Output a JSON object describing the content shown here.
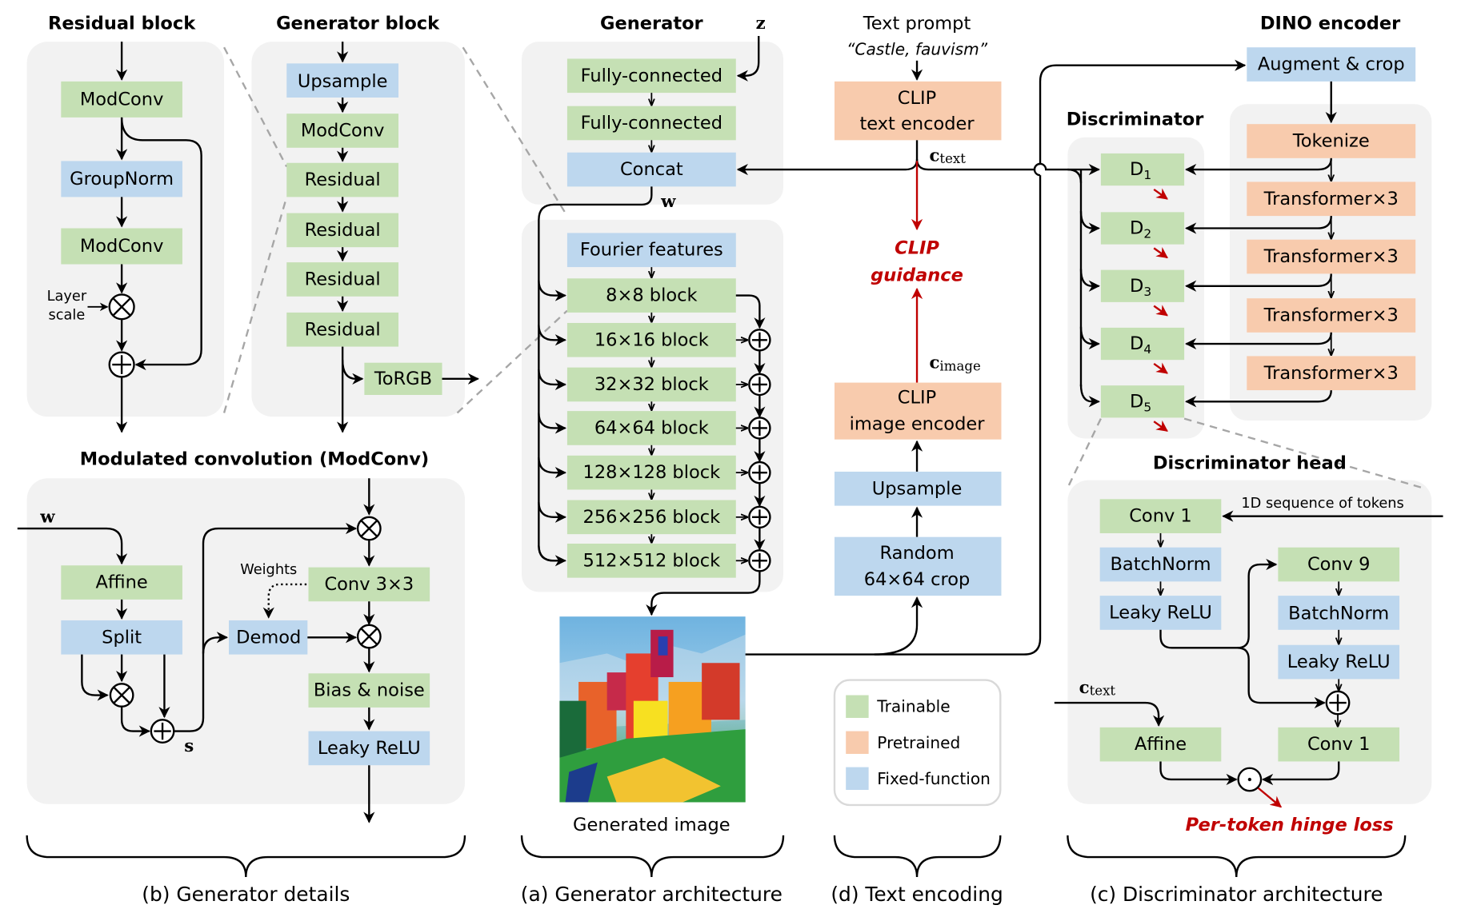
{
  "figure": {
    "colors": {
      "trainable": "#c5e0b4",
      "pretrained": "#f8cbad",
      "fixed_function": "#bdd7ee",
      "panel": "#f2f2f2",
      "loss_red": "#c00000"
    },
    "residual_block": {
      "title": "Residual block",
      "modconv_1": "ModConv",
      "groupnorm": "GroupNorm",
      "modconv_2": "ModConv",
      "layer_scale_line1": "Layer",
      "layer_scale_line2": "scale"
    },
    "generator_block": {
      "title": "Generator block",
      "upsample": "Upsample",
      "modconv": "ModConv",
      "residual_1": "Residual",
      "residual_2": "Residual",
      "residual_3": "Residual",
      "residual_4": "Residual",
      "torgb": "ToRGB"
    },
    "modconv": {
      "title": "Modulated convolution (ModConv)",
      "w_label": "w",
      "affine": "Affine",
      "split": "Split",
      "s_label": "s",
      "weights_label": "Weights",
      "conv": "Conv 3×3",
      "demod": "Demod",
      "bias_noise": "Bias & noise",
      "leaky_relu": "Leaky ReLU"
    },
    "generator": {
      "title": "Generator",
      "z_label": "z",
      "fc_1": "Fully-connected",
      "fc_2": "Fully-connected",
      "concat": "Concat",
      "w_label": "w",
      "fourier": "Fourier features",
      "blocks": [
        "8×8 block",
        "16×16 block",
        "32×32 block",
        "64×64 block",
        "128×128 block",
        "256×256 block",
        "512×512 block"
      ],
      "generated_image_label": "Generated image"
    },
    "text_encoding": {
      "text_prompt_label": "Text prompt",
      "prompt": "“Castle, fauvism”",
      "clip_text_line1": "CLIP",
      "clip_text_line2": "text encoder",
      "c_text_main": "c",
      "c_text_sub": "text",
      "clip_guidance_line1": "CLIP",
      "clip_guidance_line2": "guidance",
      "c_image_main": "c",
      "c_image_sub": "image",
      "clip_image_line1": "CLIP",
      "clip_image_line2": "image encoder",
      "upsample": "Upsample",
      "random_crop_line1": "Random",
      "random_crop_line2": "64×64 crop"
    },
    "legend": {
      "items": [
        {
          "label": "Trainable",
          "kind": "trainable"
        },
        {
          "label": "Pretrained",
          "kind": "pretrained"
        },
        {
          "label": "Fixed-function",
          "kind": "fixed_function"
        }
      ]
    },
    "discriminator": {
      "title": "Discriminator",
      "heads": [
        {
          "main": "D",
          "sub": "1"
        },
        {
          "main": "D",
          "sub": "2"
        },
        {
          "main": "D",
          "sub": "3"
        },
        {
          "main": "D",
          "sub": "4"
        },
        {
          "main": "D",
          "sub": "5"
        }
      ]
    },
    "dino": {
      "title": "DINO encoder",
      "augment": "Augment & crop",
      "tokenize": "Tokenize",
      "transformers": [
        "Transformer×3",
        "Transformer×3",
        "Transformer×3",
        "Transformer×3"
      ]
    },
    "disc_head": {
      "title": "Discriminator head",
      "tokens_label": "1D sequence of tokens",
      "conv1_top": "Conv 1",
      "batchnorm_left": "BatchNorm",
      "leaky_left": "Leaky ReLU",
      "conv9": "Conv 9",
      "batchnorm_right": "BatchNorm",
      "leaky_right": "Leaky ReLU",
      "conv1_bottom": "Conv 1",
      "affine": "Affine",
      "c_text_main": "c",
      "c_text_sub": "text",
      "loss": "Per-token hinge loss"
    },
    "captions": {
      "b": "(b) Generator details",
      "a": "(a) Generator architecture",
      "d": "(d) Text encoding",
      "c": "(c) Discriminator architecture"
    }
  }
}
